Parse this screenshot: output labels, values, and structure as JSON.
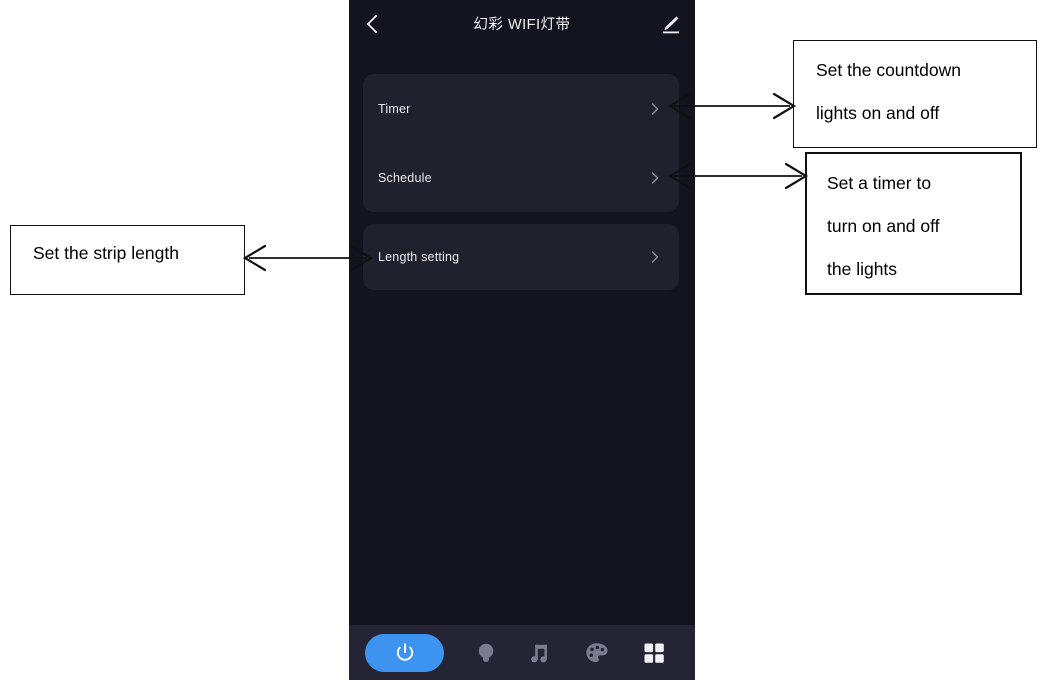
{
  "phone": {
    "header": {
      "title": "幻彩 WIFI灯带",
      "back_icon": "back-chevron-icon",
      "edit_icon": "edit-pencil-icon"
    },
    "menu_cards": [
      {
        "rows": [
          {
            "label": "Timer",
            "chevron": "chevron-right-icon"
          },
          {
            "label": "Schedule",
            "chevron": "chevron-right-icon"
          }
        ]
      },
      {
        "rows": [
          {
            "label": "Length setting",
            "chevron": "chevron-right-icon"
          }
        ]
      }
    ],
    "bottom_nav": {
      "power": {
        "icon": "power-icon",
        "active": true,
        "color": "#3d93f0"
      },
      "items": [
        {
          "icon": "bulb-icon",
          "label": "",
          "color": "#7b7b90"
        },
        {
          "icon": "music-note-icon",
          "label": "",
          "color": "#7b7b90"
        },
        {
          "icon": "palette-icon",
          "label": "",
          "color": "#7b7b90"
        },
        {
          "icon": "grid-apps-icon",
          "label": "",
          "color": "#f0f0f5"
        }
      ]
    },
    "colors": {
      "background": "#141421",
      "card": "#21212d",
      "nav_background": "#242435",
      "text": "#e9e9ee",
      "accent": "#3d93f0"
    }
  },
  "annotations": [
    {
      "id": "countdown",
      "lines": [
        "Set the countdown",
        "lights on and off"
      ],
      "points_to": "Timer"
    },
    {
      "id": "timer",
      "lines": [
        "Set a timer to",
        "turn on and off",
        "the lights"
      ],
      "points_to": "Schedule"
    },
    {
      "id": "length",
      "lines": [
        "Set the strip length"
      ],
      "points_to": "Length setting"
    }
  ]
}
